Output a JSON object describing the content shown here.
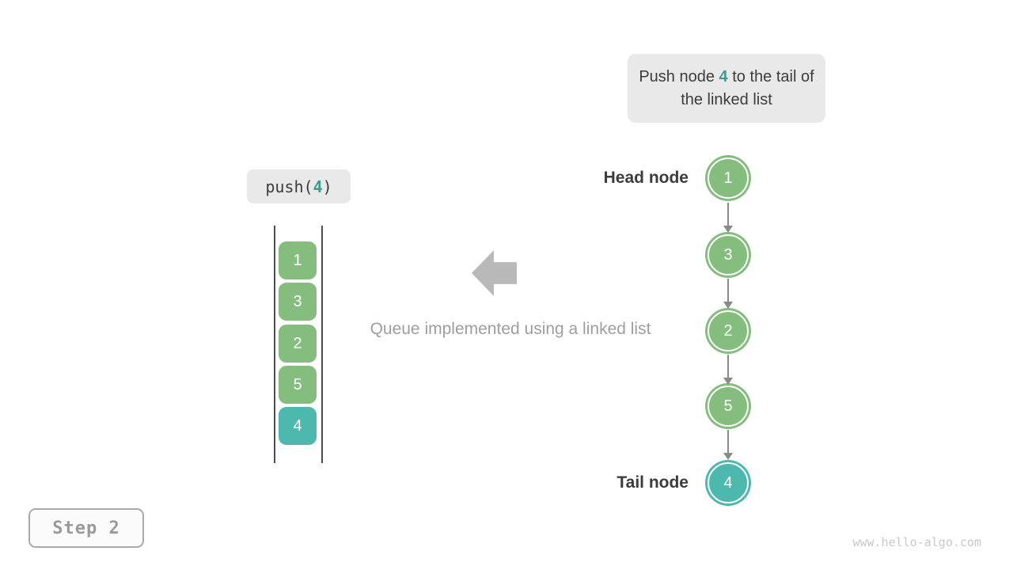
{
  "colors": {
    "node_green": "#85bd7e",
    "node_teal": "#4db8ae",
    "highlight_text_teal": "#3a9c92",
    "dark_text": "#3c3c3c",
    "gray_text": "#9e9e9e",
    "big_arrow_gray": "#b9b9b9",
    "connector_gray": "#8a8a8a",
    "chip_background": "#e9e9e9"
  },
  "callout": {
    "prefix": "Push node ",
    "value": "4",
    "suffix": " to the tail of the linked list"
  },
  "push_label": {
    "prefix": "push(",
    "arg": "4",
    "suffix": ")"
  },
  "stack": {
    "items": [
      {
        "value": "1",
        "highlight": false
      },
      {
        "value": "3",
        "highlight": false
      },
      {
        "value": "2",
        "highlight": false
      },
      {
        "value": "5",
        "highlight": false
      },
      {
        "value": "4",
        "highlight": true
      }
    ]
  },
  "caption": "Queue implemented using a linked list",
  "linked_list": {
    "head_label": "Head node",
    "tail_label": "Tail node",
    "nodes": [
      {
        "value": "1",
        "highlight": false
      },
      {
        "value": "3",
        "highlight": false
      },
      {
        "value": "2",
        "highlight": false
      },
      {
        "value": "5",
        "highlight": false
      },
      {
        "value": "4",
        "highlight": true
      }
    ]
  },
  "step_badge": "Step 2",
  "watermark": "www.hello-algo.com"
}
